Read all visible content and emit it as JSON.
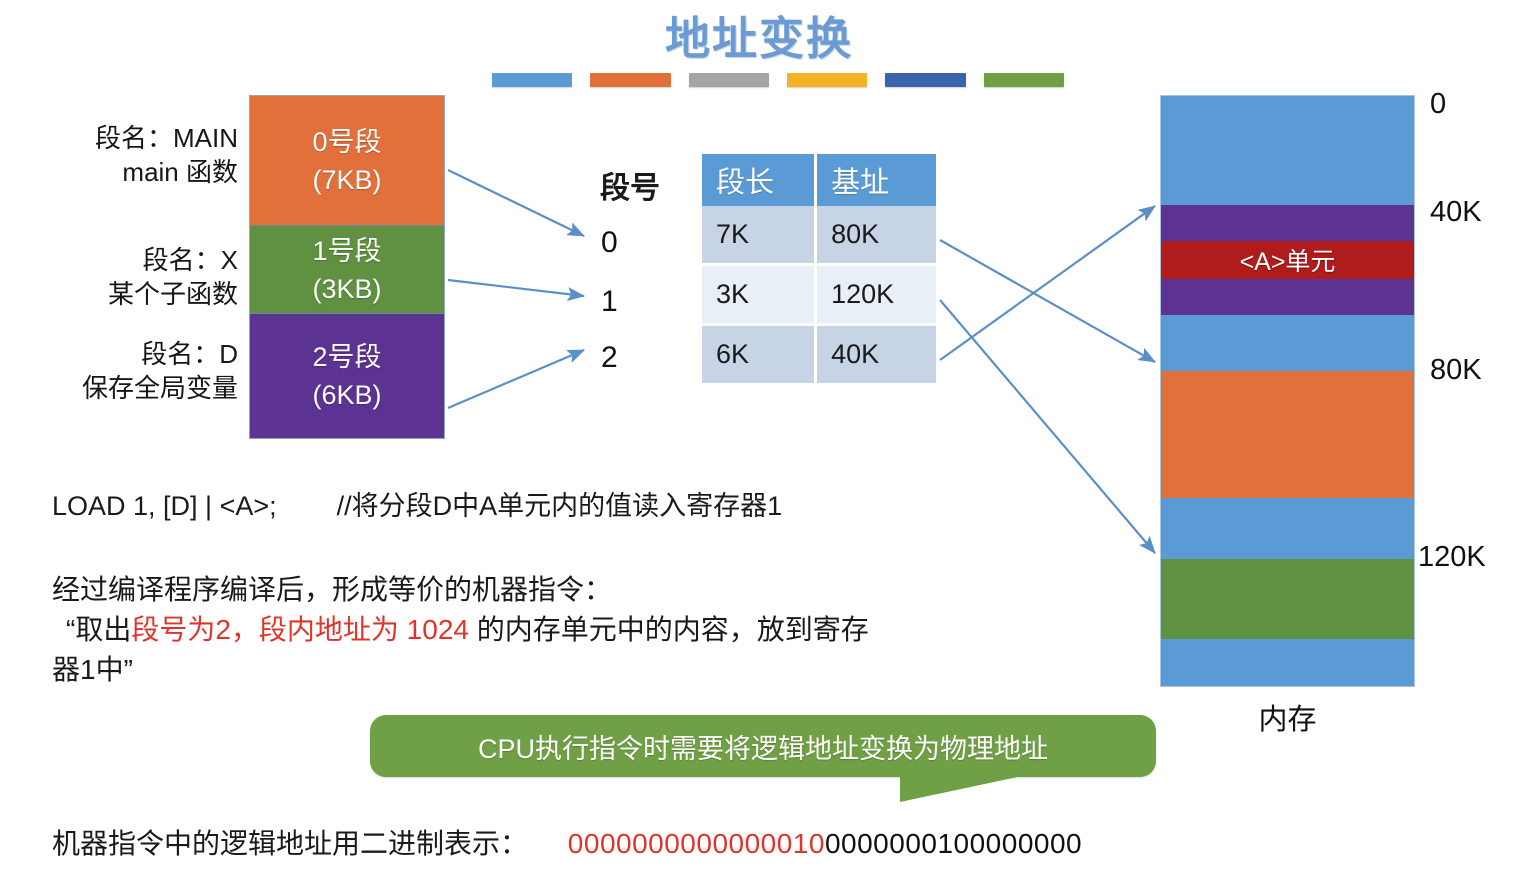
{
  "title": "地址变换",
  "title_color": "#6b9bd2",
  "title_bars": [
    {
      "name": "bar-blue",
      "color": "#5b9bd5"
    },
    {
      "name": "bar-orange",
      "color": "#e2703a"
    },
    {
      "name": "bar-gray",
      "color": "#a5a5a5"
    },
    {
      "name": "bar-yellow",
      "color": "#f5b324"
    },
    {
      "name": "bar-darkblue",
      "color": "#3a62ad"
    },
    {
      "name": "bar-green",
      "color": "#70a046"
    }
  ],
  "left_labels": [
    {
      "line1": "段名：MAIN",
      "line2": "main 函数"
    },
    {
      "line1": "段名：X",
      "line2": "某个子函数"
    },
    {
      "line1": "段名：D",
      "line2": "保存全局变量"
    }
  ],
  "segments": [
    {
      "name": "0号段",
      "size": "(7KB)",
      "color": "#e2703a"
    },
    {
      "name": "1号段",
      "size": "(3KB)",
      "color": "#5f9141"
    },
    {
      "name": "2号段",
      "size": "(6KB)",
      "color": "#5c3292"
    }
  ],
  "segment_number_header": "段号",
  "segment_numbers": [
    "0",
    "1",
    "2"
  ],
  "table": {
    "headers": [
      "段长",
      "基址"
    ],
    "rows": [
      {
        "length": "7K",
        "base": "80K"
      },
      {
        "length": "3K",
        "base": "120K"
      },
      {
        "length": "6K",
        "base": "40K"
      }
    ],
    "header_color": "#5b9bd5"
  },
  "memory": {
    "label": "内存",
    "ticks": [
      "0",
      "40K",
      "80K",
      "120K"
    ],
    "background_color": "#5b9bd5",
    "blocks": [
      {
        "name": "segment-d-upper",
        "color": "#5c3292"
      },
      {
        "name": "a-cell",
        "color": "#b01c1c",
        "text": "<A>单元"
      },
      {
        "name": "segment-d-lower",
        "color": "#5c3292"
      },
      {
        "name": "segment-main",
        "color": "#e2703a"
      },
      {
        "name": "segment-x",
        "color": "#5f9141"
      }
    ]
  },
  "load_instruction": "LOAD 1, [D] | <A>;        //将分段D中A单元内的值读入寄存器1",
  "paragraph": {
    "line1": "经过编译程序编译后，形成等价的机器指令：",
    "line2_a": "“取出",
    "line2_red": "段号为2，段内地址为 1024",
    "line2_b": " 的内存单元中的内容，放到寄存",
    "line3": "器1中”",
    "highlight_color": "#e0342b"
  },
  "callout": {
    "text": "CPU执行指令时需要将逻辑地址变换为物理地址",
    "color": "#70a046"
  },
  "binary_line": {
    "label": "机器指令中的逻辑地址用二进制表示：",
    "segment_bits": "0000000000000010",
    "offset_bits": "0000000100000000",
    "segment_bits_color": "#e0342b"
  }
}
